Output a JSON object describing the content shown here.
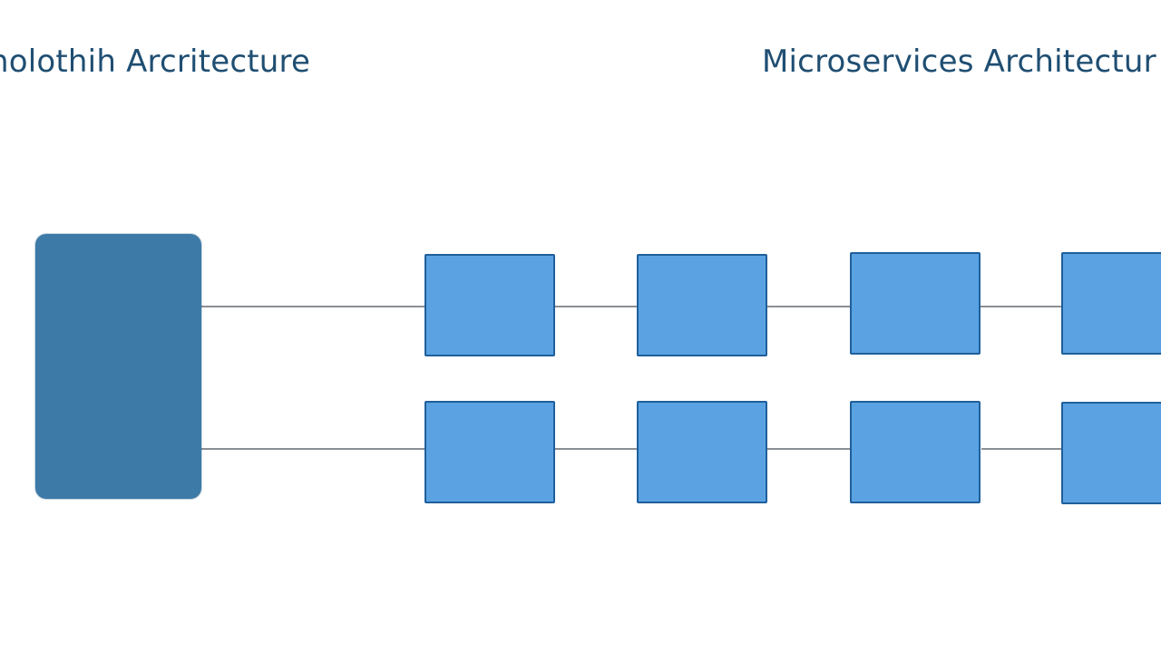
{
  "diagram": {
    "monolith_title": "nolothih Arcritecture",
    "microservices_title": "Microservices Architectur",
    "colors": {
      "title_text": "#1f4e72",
      "monolith_fill": "#3d7aa8",
      "service_fill": "#5ba2e2",
      "service_border": "#1f5f9a",
      "connector": "#8a8f94",
      "background": "#ffffff"
    },
    "rows": 2,
    "services_per_row": 4
  }
}
